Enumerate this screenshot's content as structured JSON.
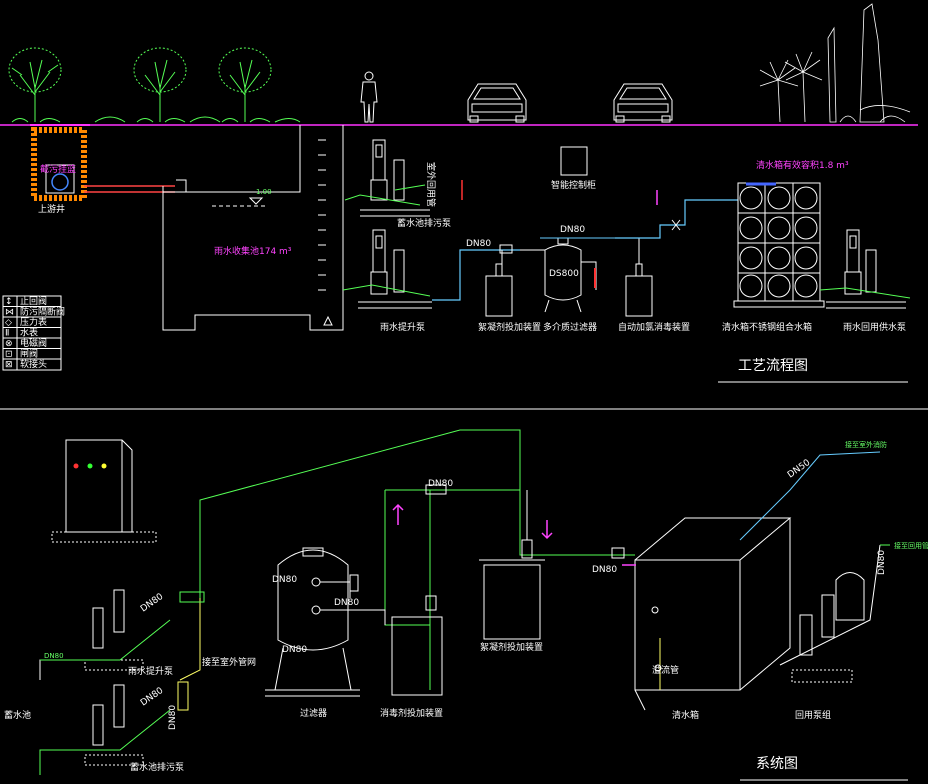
{
  "titles": {
    "process": "工艺流程图",
    "system": "系统图"
  },
  "top": {
    "tank_label": "雨水收集池174 m³",
    "tank_level": "1.00",
    "intake_label": "截污挂篮",
    "clean_tank_label": "清水箱有效容积1.8 m³",
    "control_panel": "智能控制柜",
    "outdoor_reuse": "室外回用管",
    "dn_main": "DN80",
    "dn_filter_out": "DN80",
    "filter_label": "DS800",
    "captions": [
      "雨水提升泵",
      "絮凝剂投加装置",
      "多介质过滤器",
      "自动加氯消毒装置",
      "清水箱不锈钢组合水箱",
      "雨水回用供水泵"
    ],
    "upper_pump_caption": "蓄水池排污泵",
    "sewage_pump_caption": "蓄水池排污泵"
  },
  "legend": [
    {
      "sym": "↕",
      "text": "止回阀"
    },
    {
      "sym": "⋈",
      "text": "防污隔断阀"
    },
    {
      "sym": "◇",
      "text": "压力表"
    },
    {
      "sym": "Ⅱ",
      "text": "水表"
    },
    {
      "sym": "⊗",
      "text": "电磁阀"
    },
    {
      "sym": "⊡",
      "text": "闸阀"
    },
    {
      "sym": "⊠",
      "text": "软接头"
    }
  ],
  "bottom": {
    "filter_caption": "过滤器",
    "backwash_label": "接至室外管网",
    "disinfect_caption": "消毒剂投加装置",
    "flocculant_caption": "絮凝剂投加装置",
    "clean_tank_caption": "清水箱",
    "reuse_caption": "回用泵组",
    "lift_caption": "雨水提升泵",
    "sewage_caption": "蓄水池排污泵",
    "pool_label": "蓄水池",
    "to_reuse": "接至回用管",
    "to_fire": "接至室外消防",
    "drain": "溢流管",
    "dn": [
      "DN80",
      "DN80",
      "DN80",
      "DN80",
      "DN80",
      "DN50",
      "DN80",
      "DN80",
      "DN80",
      "DN80",
      "DN80"
    ]
  }
}
